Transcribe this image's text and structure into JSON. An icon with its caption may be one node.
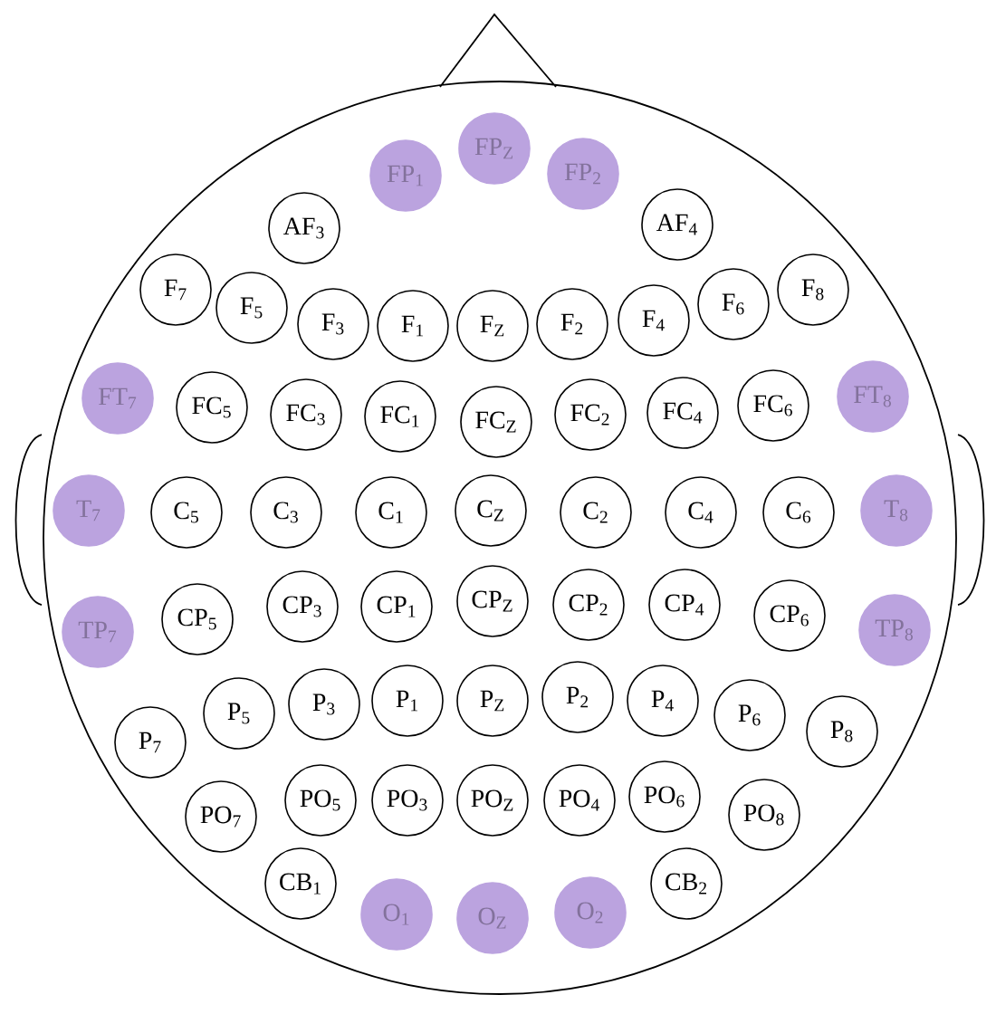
{
  "diagram": {
    "nodes": [
      {
        "text": [
          "FP$_{1}$"
        ]
      },
      {
        "text": [
          "FP$_{Z}$"
        ]
      },
      {
        "text": [
          "FP$_{2}$"
        ]
      },
      {
        "text": [
          "AF$_{3}$"
        ]
      },
      {
        "text": [
          "AF$_{4}$"
        ]
      },
      {
        "text": [
          "F$_{7}$"
        ]
      },
      {
        "text": [
          "F$_{5}$"
        ]
      },
      {
        "text": [
          "F$_{3}$"
        ]
      },
      {
        "text": [
          "F$_{1}$"
        ]
      },
      {
        "text": [
          "F$_{Z}$"
        ]
      },
      {
        "text": [
          "F$_{2}$"
        ]
      },
      {
        "text": [
          "F$_{4}$"
        ]
      },
      {
        "text": [
          "F$_{6}$"
        ]
      },
      {
        "text": [
          "F$_{8}$"
        ]
      },
      {
        "text": [
          "FT$_{7}$"
        ]
      },
      {
        "text": [
          "FC$_{5}$"
        ]
      },
      {
        "text": [
          "FC$_{3}$"
        ]
      },
      {
        "text": [
          "FC$_{1}$"
        ]
      },
      {
        "text": [
          "FC$_{Z}$"
        ]
      },
      {
        "text": [
          "FC$_{2}$"
        ]
      },
      {
        "text": [
          "FC$_{4}$"
        ]
      },
      {
        "text": [
          "FC$_{6}$"
        ]
      },
      {
        "text": [
          "FT$_{8}$"
        ]
      },
      {
        "text": [
          "T$_{7}$"
        ]
      },
      {
        "text": [
          "C$_{5}$"
        ]
      },
      {
        "text": [
          "C$_{3}$"
        ]
      },
      {
        "text": [
          "C$_{1}$"
        ]
      },
      {
        "text": [
          "C$_{Z}$"
        ]
      },
      {
        "text": [
          "C$_{2}$"
        ]
      },
      {
        "text": [
          "C$_{4}$"
        ]
      },
      {
        "text": [
          "C$_{6}$"
        ]
      },
      {
        "text": [
          "T$_{8}$"
        ]
      },
      {
        "text": [
          "TP$_{7}$"
        ]
      },
      {
        "text": [
          "CP$_{5}$"
        ]
      },
      {
        "text": [
          "CP$_{3}$"
        ]
      },
      {
        "text": [
          "CP$_{1}$"
        ]
      },
      {
        "text": [
          "CP$_{Z}$"
        ]
      },
      {
        "text": [
          "CP$_{2}$"
        ]
      },
      {
        "text": [
          "CP$_{4}$"
        ]
      },
      {
        "text": [
          "CP$_{6}$"
        ]
      },
      {
        "text": [
          "TP$_{8}$"
        ]
      },
      {
        "text": [
          "P$_{7}$"
        ]
      },
      {
        "text": [
          "P$_{5}$"
        ]
      },
      {
        "text": [
          "P$_{3}$"
        ]
      },
      {
        "text": [
          "P$_{1}$"
        ]
      },
      {
        "text": [
          "P$_{Z}$"
        ]
      },
      {
        "text": [
          "P$_{2}$"
        ]
      },
      {
        "text": [
          "P$_{4}$"
        ]
      },
      {
        "text": [
          "P$_{6}$"
        ]
      },
      {
        "text": [
          "P$_{8}$"
        ]
      },
      {
        "text": [
          "PO$_{7}$"
        ]
      },
      {
        "text": [
          "PO$_{5}$"
        ]
      },
      {
        "text": [
          "PO$_{3}$"
        ]
      },
      {
        "text": [
          "PO$_{Z}$"
        ]
      },
      {
        "text": [
          "PO$_{4}$"
        ]
      },
      {
        "text": [
          "PO$_{6}$"
        ]
      },
      {
        "text": [
          "PO$_{8}$"
        ]
      },
      {
        "text": [
          "CB$_{1}$"
        ]
      },
      {
        "text": [
          "O$_{1}$"
        ]
      },
      {
        "text": [
          "O$_{Z}$"
        ]
      },
      {
        "text": [
          "O$_{2}$"
        ]
      },
      {
        "text": [
          "CB$_{2}$"
        ]
      }
    ]
  }
}
